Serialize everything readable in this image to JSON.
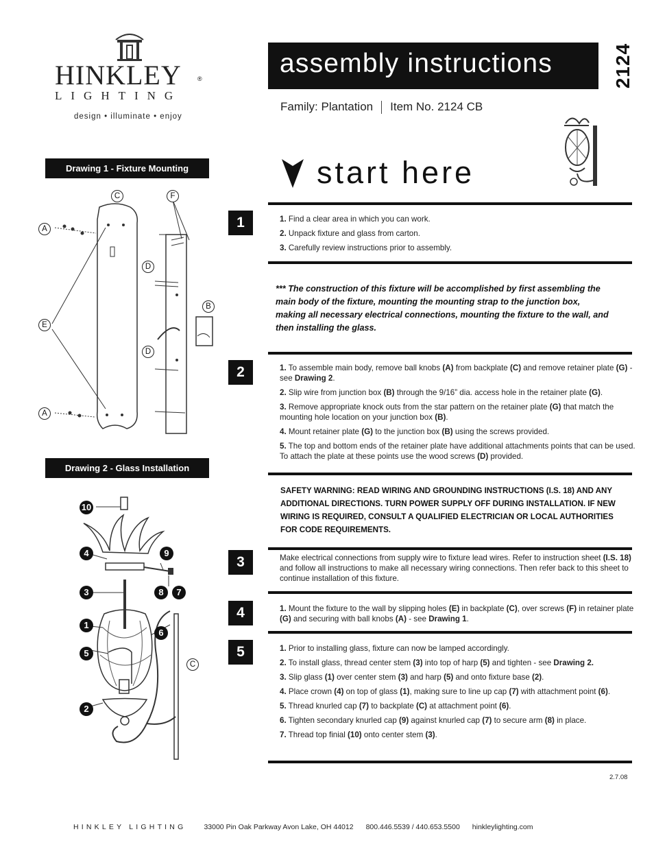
{
  "brand": {
    "name": "HINKLEY",
    "sub": "LIGHTING",
    "tagline": "design • illuminate • enjoy"
  },
  "header": {
    "title": "assembly instructions",
    "item_number": "2124",
    "family": "Family: Plantation",
    "item": "Item No. 2124 CB",
    "start": "start here"
  },
  "drawings": {
    "d1_title": "Drawing 1 - Fixture Mounting",
    "d2_title": "Drawing 2 - Glass Installation",
    "d1_labels": [
      "C",
      "F",
      "A",
      "D",
      "B",
      "E",
      "D",
      "A"
    ],
    "d2_labels": [
      "10",
      "4",
      "9",
      "3",
      "8",
      "7",
      "1",
      "6",
      "5",
      "C",
      "2"
    ]
  },
  "steps": {
    "s1": {
      "num": "1",
      "lines": [
        "<b>1.</b> Find a clear area in which you can work.",
        "<b>2.</b> Unpack fixture and glass from carton.",
        "<b>3.</b> Carefully review instructions prior to assembly."
      ]
    },
    "note": "*** The construction of this fixture will be accomplished by first assembling the main body of the fixture, mounting the mounting strap to the junction box, making all necessary electrical connections, mounting the fixture to the wall, and then installing the glass.",
    "s2": {
      "num": "2",
      "lines": [
        "<b>1.</b> To assemble main body, remove ball knobs <b>(A)</b> from backplate <b>(C)</b> and remove retainer plate <b>(G)</b> - see <b>Drawing 2</b>.",
        "<b>2.</b> Slip wire from junction box <b>(B)</b> through the 9/16” dia. access hole in the retainer plate <b>(G)</b>.",
        "<b>3.</b> Remove appropriate knock outs from the star pattern on the retainer plate <b>(G)</b> that match the mounting hole location on your junction box <b>(B)</b>.",
        "<b>4.</b> Mount retainer plate <b>(G)</b> to the junction box <b>(B)</b> using the screws provided.",
        "<b>5.</b> The top and bottom ends of the retainer plate have additional attachments points that can be used. To attach the plate at these points use the wood screws <b>(D)</b> provided."
      ]
    },
    "warning": "SAFETY WARNING: READ WIRING AND GROUNDING INSTRUCTIONS (I.S. 18) AND ANY ADDITIONAL DIRECTIONS. TURN POWER SUPPLY OFF DURING INSTALLATION. IF NEW WIRING IS REQUIRED, CONSULT A QUALIFIED ELECTRICIAN OR LOCAL AUTHORITIES FOR CODE REQUIREMENTS.",
    "s3": {
      "num": "3",
      "lines": [
        "Make electrical connections from supply wire to fixture lead wires. Refer to instruction sheet <b>(I.S. 18)</b> and follow all instructions to make all necessary wiring connections. Then refer back to this sheet to continue installation of this fixture."
      ]
    },
    "s4": {
      "num": "4",
      "lines": [
        "<b>1.</b> Mount the fixture to the wall by slipping holes <b>(E)</b> in backplate <b>(C)</b>, over screws <b>(F)</b> in retainer plate <b>(G)</b> and securing with ball knobs <b>(A)</b> - see <b>Drawing 1</b>."
      ]
    },
    "s5": {
      "num": "5",
      "lines": [
        "<b>1.</b> Prior to installing glass, fixture can now be lamped accordingly.",
        "<b>2.</b> To install glass, thread center stem <b>(3)</b> into top of harp <b>(5)</b> and tighten - see <b>Drawing 2.</b>",
        "<b>3.</b> Slip glass <b>(1)</b> over center stem <b>(3)</b> and harp <b>(5)</b> and onto fixture base <b>(2)</b>.",
        "<b>4.</b> Place crown <b>(4)</b> on top of glass <b>(1)</b>, making sure to line up cap <b>(7)</b> with attachment point <b>(6)</b>.",
        "<b>5.</b> Thread knurled cap <b>(7)</b> to backplate <b>(C)</b> at attachment point <b>(6)</b>.",
        "<b>6.</b> Tighten secondary knurled cap <b>(9)</b> against knurled cap <b>(7)</b> to secure arm <b>(8)</b> in place.",
        "<b>7.</b> Thread top finial <b>(10)</b> onto center stem <b>(3)</b>."
      ]
    }
  },
  "footer": {
    "date": "2.7.08",
    "brand": "HINKLEY LIGHTING",
    "address": "33000 Pin Oak Parkway   Avon Lake, OH  44012",
    "phone": "800.446.5539 / 440.653.5500",
    "web": "hinkleylighting.com"
  }
}
